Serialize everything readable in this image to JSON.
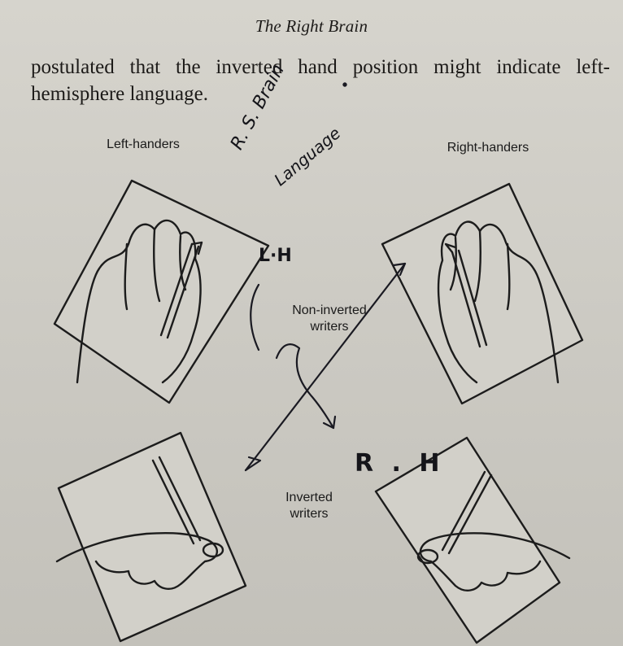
{
  "page": {
    "running_head": "The Right Brain",
    "body_text": "postulated that the inverted hand position might indicate left-hemisphere language."
  },
  "figure": {
    "labels": {
      "left_handers": "Left-handers",
      "right_handers": "Right-handers",
      "non_inverted_line1": "Non-inverted",
      "non_inverted_line2": "writers",
      "inverted_line1": "Inverted",
      "inverted_line2": "writers"
    },
    "annotations": {
      "rs_brain": "R. S. Brain",
      "language": "Language",
      "lh": "L·H",
      "rh": "R . H"
    }
  }
}
